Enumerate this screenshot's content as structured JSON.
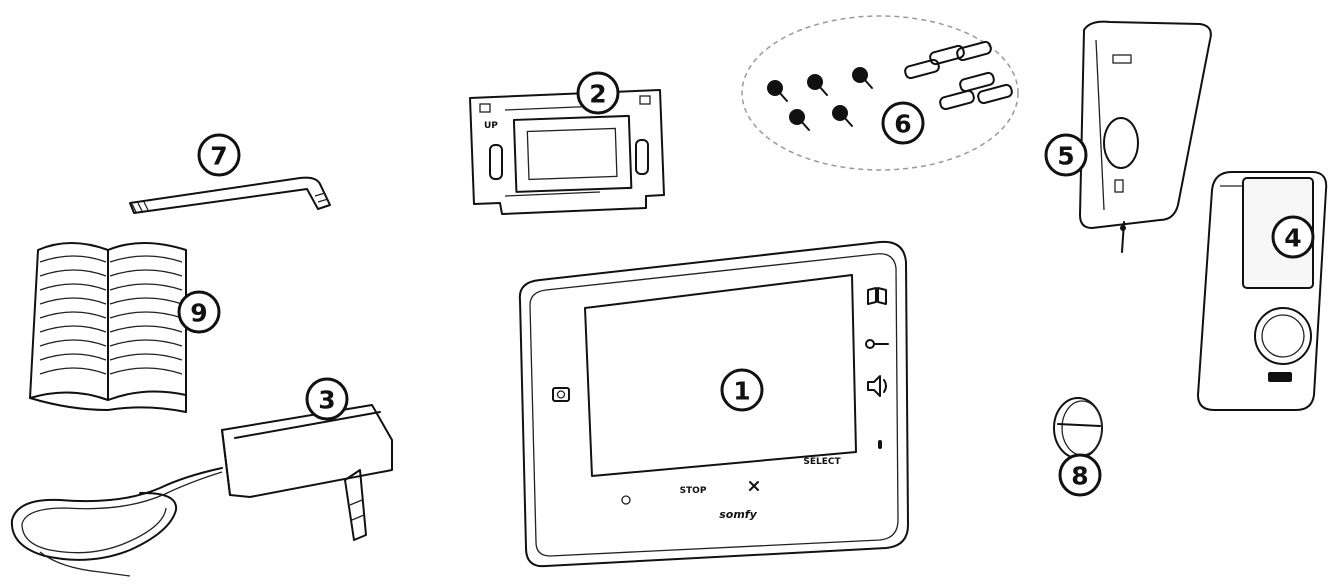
{
  "parts": [
    {
      "id": "monitor",
      "number": "1"
    },
    {
      "id": "wall-bracket",
      "number": "2"
    },
    {
      "id": "power-adapter",
      "number": "3"
    },
    {
      "id": "door-station",
      "number": "4"
    },
    {
      "id": "rain-cover",
      "number": "5"
    },
    {
      "id": "screws-and-plugs",
      "number": "6"
    },
    {
      "id": "allen-key",
      "number": "7"
    },
    {
      "id": "cap",
      "number": "8"
    },
    {
      "id": "manual",
      "number": "9"
    }
  ],
  "monitor": {
    "brand": "somfy",
    "button_labels": [
      "STOP",
      "SELECT"
    ]
  },
  "colors": {
    "line": "#111111",
    "background": "#ffffff"
  }
}
